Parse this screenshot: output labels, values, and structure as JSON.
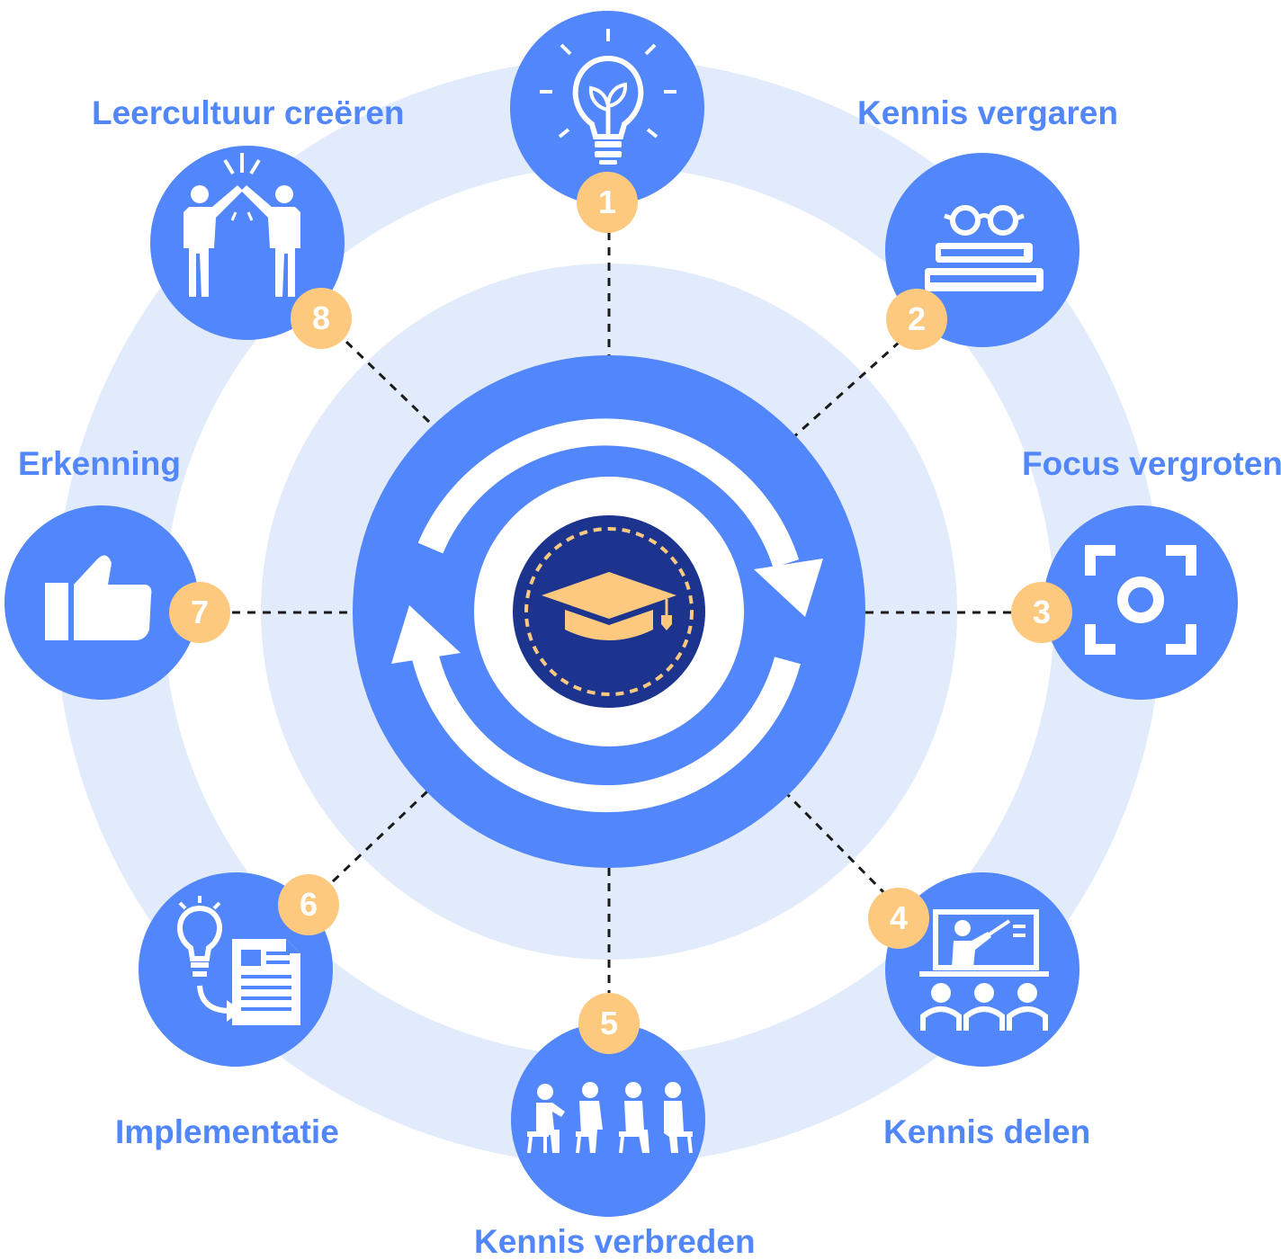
{
  "colors": {
    "primary": "#5286fb",
    "ring": "#e2ebfb",
    "badge": "#fcc97f",
    "center_dark": "#1c348e",
    "label": "#5286fb",
    "white": "#ffffff",
    "dashed": "#1a1a1a"
  },
  "center": {
    "icon": "graduation-cap-icon",
    "cycle_icon": "cycle-arrows-icon"
  },
  "steps": [
    {
      "number": "1",
      "label": "",
      "icon": "lightbulb-plant-icon"
    },
    {
      "number": "2",
      "label": "Kennis vergaren",
      "icon": "books-glasses-icon"
    },
    {
      "number": "3",
      "label": "Focus vergroten",
      "icon": "focus-target-icon"
    },
    {
      "number": "4",
      "label": "Kennis delen",
      "icon": "presentation-audience-icon"
    },
    {
      "number": "5",
      "label": "Kennis verbreden",
      "icon": "group-discussion-icon"
    },
    {
      "number": "6",
      "label": "Implementatie",
      "icon": "idea-to-document-icon"
    },
    {
      "number": "7",
      "label": "Erkenning",
      "icon": "thumbs-up-icon"
    },
    {
      "number": "8",
      "label": "Leercultuur creëren",
      "icon": "high-five-icon"
    }
  ]
}
